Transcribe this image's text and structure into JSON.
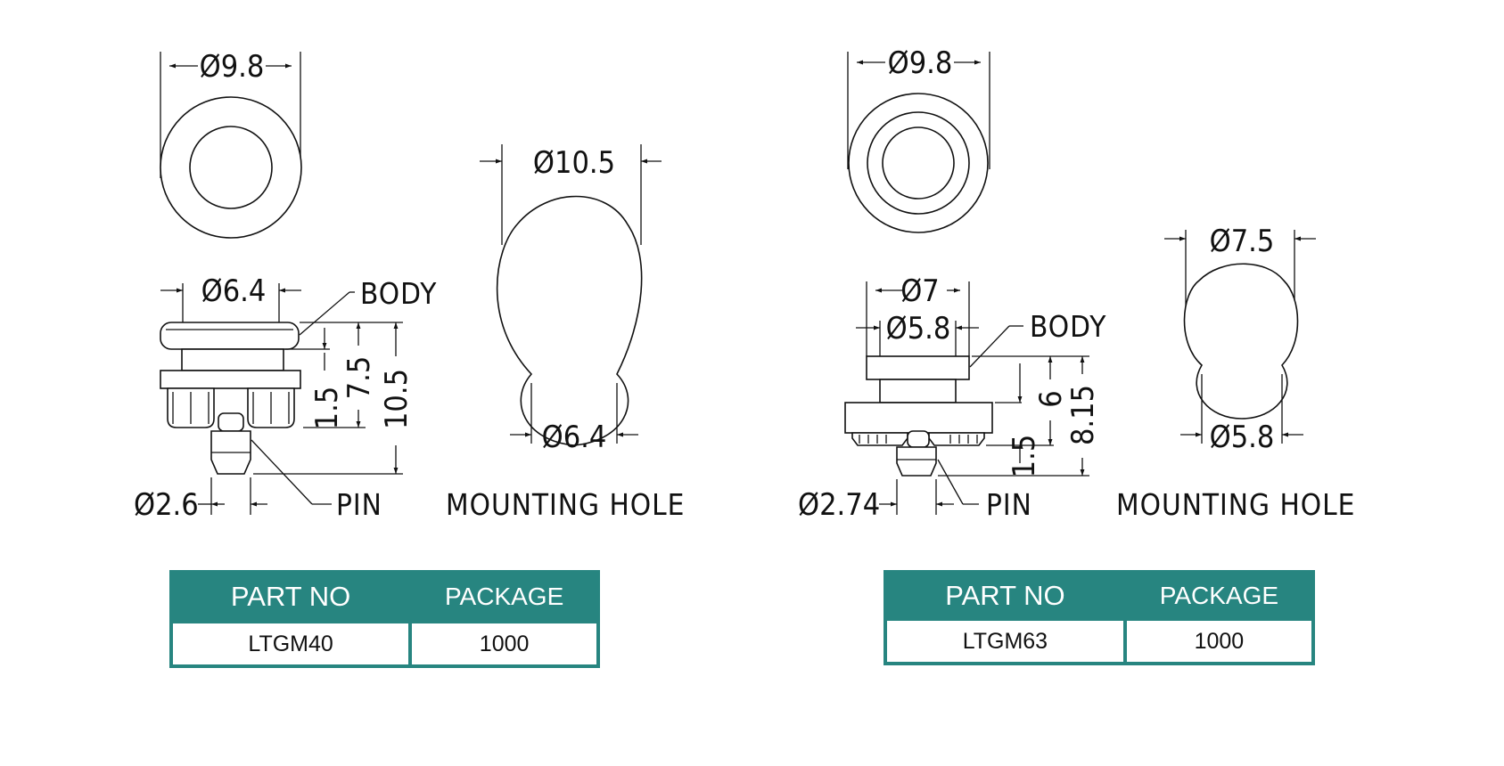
{
  "left": {
    "top_view_dia": "Ø9.8",
    "body_dia": "Ø6.4",
    "body_label": "BODY",
    "dim_1": "1.5",
    "dim_2": "7.5",
    "dim_3": "10.5",
    "pin_dia": "Ø2.6",
    "pin_label": "PIN",
    "hole_top_dia": "Ø10.5",
    "hole_bottom_dia": "Ø6.4",
    "hole_label": "MOUNTING HOLE",
    "table": {
      "headers": [
        "PART NO",
        "PACKAGE"
      ],
      "rows": [
        [
          "LTGM40",
          "1000"
        ]
      ]
    }
  },
  "right": {
    "top_view_dia": "Ø9.8",
    "outer_dia": "Ø7",
    "body_dia": "Ø5.8",
    "body_label": "BODY",
    "dim_1": "1.5",
    "dim_2": "6",
    "dim_3": "8.15",
    "pin_dia": "Ø2.74",
    "pin_label": "PIN",
    "hole_top_dia": "Ø7.5",
    "hole_bottom_dia": "Ø5.8",
    "hole_label": "MOUNTING HOLE",
    "table": {
      "headers": [
        "PART NO",
        "PACKAGE"
      ],
      "rows": [
        [
          "LTGM63",
          "1000"
        ]
      ]
    }
  },
  "colors": {
    "table_accent": "#278580",
    "line": "#111111"
  }
}
